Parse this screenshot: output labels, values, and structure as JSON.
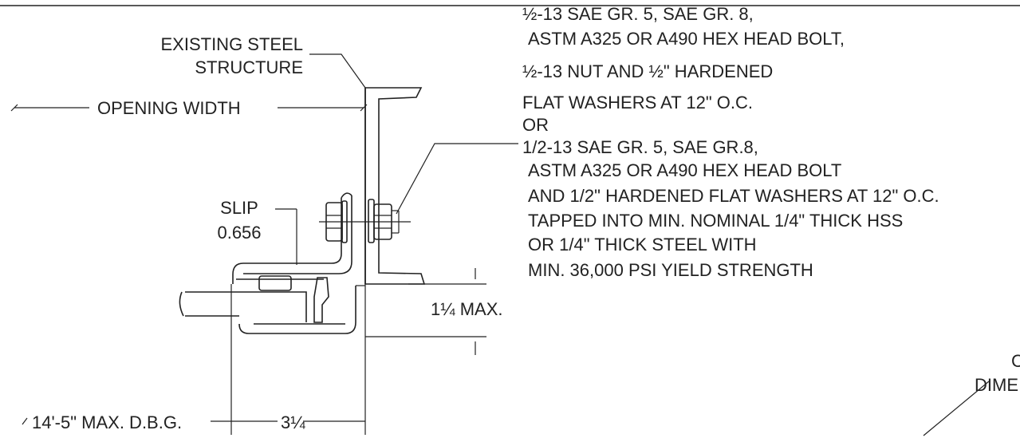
{
  "callouts": {
    "existing_structure_line1": "EXISTING STEEL",
    "existing_structure_line2": "STRUCTURE",
    "opening_width": "OPENING WIDTH",
    "slip_label": "SLIP",
    "slip_value": "0.656",
    "max_offset": "1¼ MAX.",
    "max_dbg": "14'-5\" MAX. D.B.G.",
    "bracket_leg": "3¼"
  },
  "bolt_note": {
    "line1": "½-13 SAE GR. 5, SAE GR. 8,",
    "line2": "ASTM A325 OR A490 HEX HEAD BOLT,",
    "line3": "½-13 NUT AND ½\" HARDENED",
    "line4": "FLAT WASHERS AT 12\" O.C.",
    "line5": "OR",
    "line6": "1/2-13 SAE GR. 5, SAE GR.8,",
    "line7": "ASTM A325 OR A490 HEX HEAD BOLT",
    "line8": "AND 1/2\" HARDENED FLAT WASHERS AT 12\" O.C.",
    "line9": "TAPPED INTO MIN. NOMINAL 1/4\" THICK HSS",
    "line10": "OR 1/4\" THICK STEEL WITH",
    "line11": "MIN. 36,000 PSI YIELD STRENGTH"
  },
  "clipped_label": {
    "line1": "C",
    "line2": "DIME"
  }
}
